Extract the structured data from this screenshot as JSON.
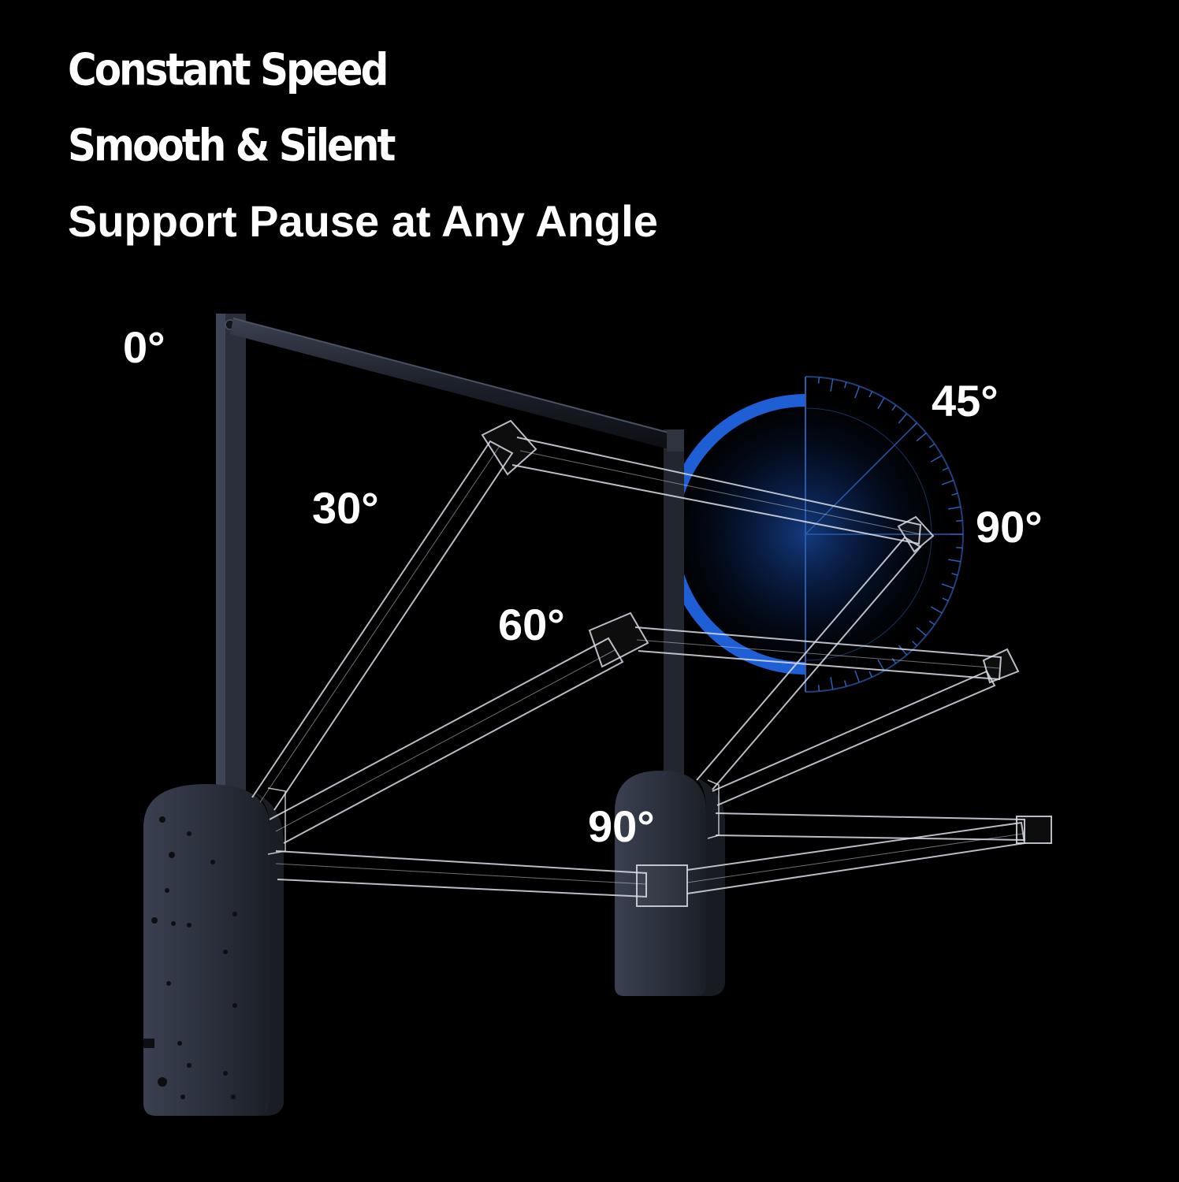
{
  "headlines": {
    "line1": "Constant Speed",
    "line2": "Smooth & Silent",
    "line3": "Support Pause at Any Angle"
  },
  "angle_labels": {
    "zero": "0°",
    "thirty": "30°",
    "sixty": "60°",
    "ninety_bottom": "90°",
    "forty_five": "45°",
    "ninety_protractor": "90°"
  },
  "colors": {
    "background": "#000000",
    "text": "#ffffff",
    "bracket": "#2b3040",
    "rod": "#1f232c",
    "protractor_arc": "#1e5fd6",
    "protractor_glow": "#0d2a66"
  }
}
